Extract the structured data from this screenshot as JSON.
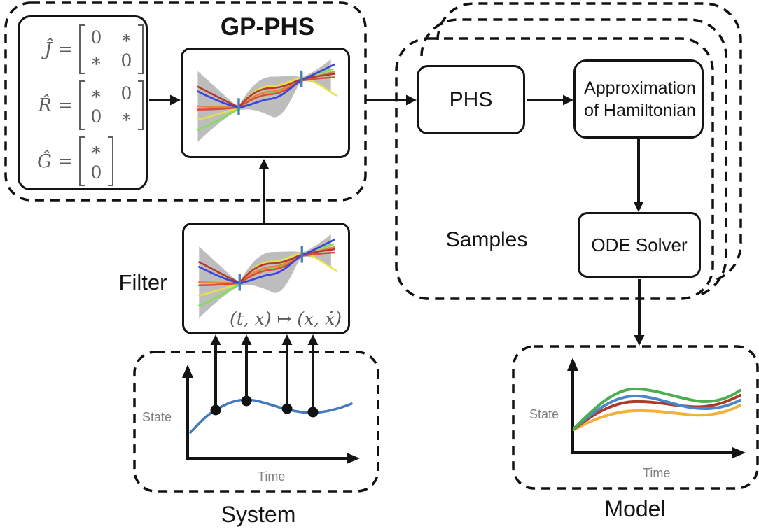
{
  "figure": {
    "gp_phs": {
      "title": "GP-PHS",
      "matrices": {
        "eq_J": {
          "label": "Ĵ =",
          "cells": [
            "0",
            "∗",
            "∗",
            "0"
          ]
        },
        "eq_R": {
          "label": "R̂ =",
          "cells": [
            "∗",
            "0",
            "0",
            "∗"
          ]
        },
        "eq_G": {
          "label": "Ĝ =",
          "cells": [
            "∗",
            "0"
          ]
        }
      }
    },
    "filter": {
      "label": "Filter",
      "mapping": "(t, x) ↦ (x, ẋ)"
    },
    "system": {
      "label": "System",
      "xlabel": "Time",
      "ylabel": "State",
      "curve_color": "#4579bd",
      "observation_count": 4
    },
    "samples": {
      "label": "Samples",
      "phs_label": "PHS",
      "approx_line1": "Approximation",
      "approx_line2": "of Hamiltonian",
      "ode_label": "ODE Solver",
      "stack_count": 3
    },
    "model": {
      "label": "Model",
      "xlabel": "Time",
      "ylabel": "State",
      "curve_colors": [
        "#4cae4f",
        "#4a86c8",
        "#ac3b2a",
        "#f2b13d"
      ]
    },
    "gp_plot": {
      "band_color": "#bdbdbd",
      "tick_color": "#4d7fb5",
      "sample_colors": [
        "#b5392b",
        "#3b44dd",
        "#e8833a",
        "#d94c3a",
        "#e8e046",
        "#7fe055"
      ]
    }
  }
}
